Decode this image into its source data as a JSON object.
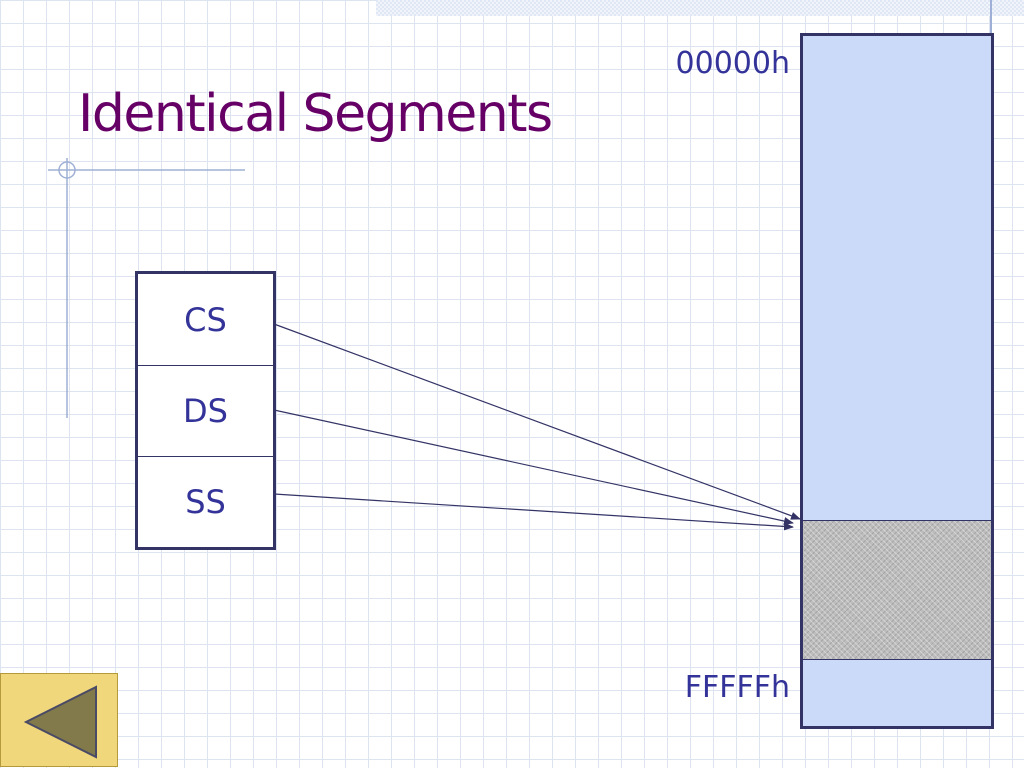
{
  "slide": {
    "title": "Identical Segments"
  },
  "registers": [
    {
      "label": "CS"
    },
    {
      "label": "DS"
    },
    {
      "label": "SS"
    }
  ],
  "memory": {
    "start_address": "00000h",
    "end_address": "FFFFFh"
  },
  "colors": {
    "title": "#660066",
    "text": "#333399",
    "outline": "#333366",
    "memory_fill": "#ccdaf9",
    "segment_fill": "#bdbdbd",
    "back_button_fill": "#f0d77c",
    "back_button_arrow": "#827a4a"
  },
  "navigation": {
    "back_icon": "left-triangle-icon"
  }
}
